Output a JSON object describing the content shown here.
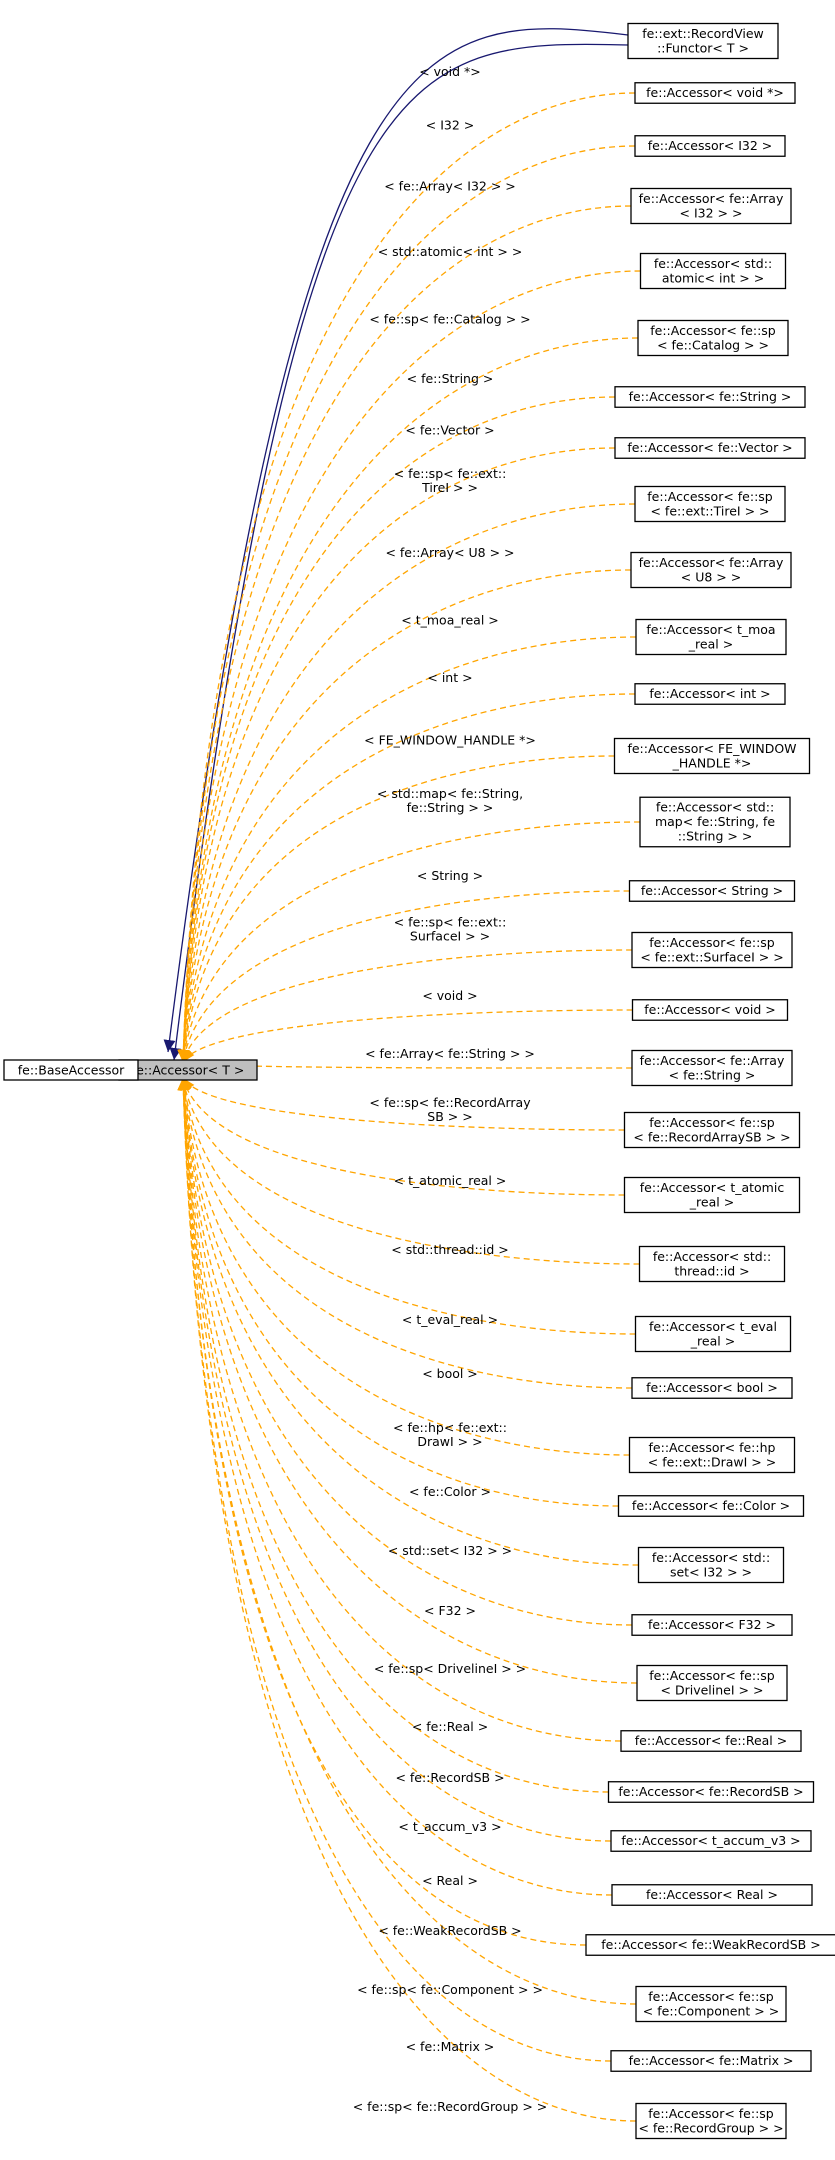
{
  "diagram": {
    "focus_node": "fe::Accessor< T >",
    "base_node": "fe::BaseAccessor",
    "functor_node": [
      "fe::ext::RecordView",
      "::Functor< T >"
    ],
    "colors": {
      "template_edge": "#ffa500",
      "inheritance_edge": "#191970",
      "focus_fill": "#bfbfbf",
      "node_border": "#000000"
    },
    "instantiations": [
      {
        "label": [
          "< void *>"
        ],
        "node": [
          "fe::Accessor< void *>"
        ]
      },
      {
        "label": [
          "< I32 >"
        ],
        "node": [
          "fe::Accessor< I32 >"
        ]
      },
      {
        "label": [
          "< fe::Array< I32 > >"
        ],
        "node": [
          "fe::Accessor< fe::Array",
          "< I32 > >"
        ]
      },
      {
        "label": [
          "< std::atomic< int > >"
        ],
        "node": [
          "fe::Accessor< std::",
          "atomic< int > >"
        ]
      },
      {
        "label": [
          "< fe::sp< fe::Catalog > >"
        ],
        "node": [
          "fe::Accessor< fe::sp",
          "< fe::Catalog > >"
        ]
      },
      {
        "label": [
          "< fe::String >"
        ],
        "node": [
          "fe::Accessor< fe::String >"
        ]
      },
      {
        "label": [
          "< fe::Vector >"
        ],
        "node": [
          "fe::Accessor< fe::Vector >"
        ]
      },
      {
        "label": [
          "< fe::sp< fe::ext::",
          "TireI > >"
        ],
        "node": [
          "fe::Accessor< fe::sp",
          "< fe::ext::TireI > >"
        ]
      },
      {
        "label": [
          "< fe::Array< U8 > >"
        ],
        "node": [
          "fe::Accessor< fe::Array",
          "< U8 > >"
        ]
      },
      {
        "label": [
          "< t_moa_real >"
        ],
        "node": [
          "fe::Accessor< t_moa",
          "_real >"
        ]
      },
      {
        "label": [
          "< int >"
        ],
        "node": [
          "fe::Accessor< int >"
        ]
      },
      {
        "label": [
          "< FE_WINDOW_HANDLE *>"
        ],
        "node": [
          "fe::Accessor< FE_WINDOW",
          "_HANDLE *>"
        ]
      },
      {
        "label": [
          "< std::map< fe::String,",
          "fe::String > >"
        ],
        "node": [
          "fe::Accessor< std::",
          "map< fe::String, fe",
          "::String > >"
        ]
      },
      {
        "label": [
          "< String >"
        ],
        "node": [
          "fe::Accessor< String >"
        ]
      },
      {
        "label": [
          "< fe::sp< fe::ext::",
          "SurfaceI > >"
        ],
        "node": [
          "fe::Accessor< fe::sp",
          "< fe::ext::SurfaceI > >"
        ]
      },
      {
        "label": [
          "< void >"
        ],
        "node": [
          "fe::Accessor< void >"
        ]
      },
      {
        "label": [
          "< fe::Array< fe::String > >"
        ],
        "node": [
          "fe::Accessor< fe::Array",
          "< fe::String >"
        ]
      },
      {
        "label": [
          "< fe::sp< fe::RecordArray",
          "SB > >"
        ],
        "node": [
          "fe::Accessor< fe::sp",
          "< fe::RecordArraySB > >"
        ]
      },
      {
        "label": [
          "< t_atomic_real >"
        ],
        "node": [
          "fe::Accessor< t_atomic",
          "_real >"
        ]
      },
      {
        "label": [
          "< std::thread::id >"
        ],
        "node": [
          "fe::Accessor< std::",
          "thread::id >"
        ]
      },
      {
        "label": [
          "< t_eval_real >"
        ],
        "node": [
          "fe::Accessor< t_eval",
          "_real >"
        ]
      },
      {
        "label": [
          "< bool >"
        ],
        "node": [
          "fe::Accessor< bool >"
        ]
      },
      {
        "label": [
          "< fe::hp< fe::ext::",
          "DrawI > >"
        ],
        "node": [
          "fe::Accessor< fe::hp",
          "< fe::ext::DrawI > >"
        ]
      },
      {
        "label": [
          "< fe::Color >"
        ],
        "node": [
          "fe::Accessor< fe::Color >"
        ]
      },
      {
        "label": [
          "< std::set< I32 > >"
        ],
        "node": [
          "fe::Accessor< std::",
          "set< I32 > >"
        ]
      },
      {
        "label": [
          "< F32 >"
        ],
        "node": [
          "fe::Accessor< F32 >"
        ]
      },
      {
        "label": [
          "< fe::sp< DrivelineI > >"
        ],
        "node": [
          "fe::Accessor< fe::sp",
          "< DrivelineI > >"
        ]
      },
      {
        "label": [
          "< fe::Real >"
        ],
        "node": [
          "fe::Accessor< fe::Real >"
        ]
      },
      {
        "label": [
          "< fe::RecordSB >"
        ],
        "node": [
          "fe::Accessor< fe::RecordSB >"
        ]
      },
      {
        "label": [
          "< t_accum_v3 >"
        ],
        "node": [
          "fe::Accessor< t_accum_v3 >"
        ]
      },
      {
        "label": [
          "< Real >"
        ],
        "node": [
          "fe::Accessor< Real >"
        ]
      },
      {
        "label": [
          "< fe::WeakRecordSB >"
        ],
        "node": [
          "fe::Accessor< fe::WeakRecordSB >"
        ]
      },
      {
        "label": [
          "< fe::sp< fe::Component > >"
        ],
        "node": [
          "fe::Accessor< fe::sp",
          "< fe::Component > >"
        ]
      },
      {
        "label": [
          "< fe::Matrix >"
        ],
        "node": [
          "fe::Accessor< fe::Matrix >"
        ]
      },
      {
        "label": [
          "< fe::sp< fe::RecordGroup > >"
        ],
        "node": [
          "fe::Accessor< fe::sp",
          "< fe::RecordGroup > >"
        ]
      }
    ]
  }
}
